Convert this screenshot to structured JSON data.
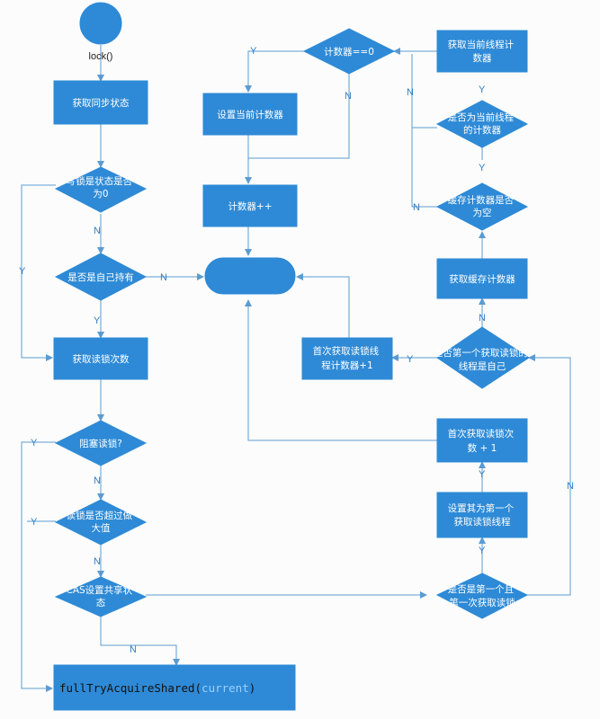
{
  "colors": {
    "node_fill": "#2e8ad6",
    "edge": "#5b9bd1",
    "edge_label": "#2f7fc4",
    "background": "#fcfcfc"
  },
  "nodes": {
    "start": "",
    "lock": "lock()",
    "get_sync_state": "获取同步状态",
    "write_lock_zero": [
      "写锁是状态是否",
      "为0"
    ],
    "held_by_self": "是否是自己持有",
    "get_read_count": "获取读锁次数",
    "block_read": "阻塞读锁?",
    "read_exceed_max": [
      "读锁是否超过做",
      "大值"
    ],
    "cas_set_shared": [
      "CAS设置共享状",
      "态"
    ],
    "full_try": {
      "name": "fullTryAcquireShared",
      "open": "(",
      "arg": "current",
      "close": ")"
    },
    "counter_zero": "计数器==0",
    "set_current_counter": "设置当前计数器",
    "counter_inc": "计数器++",
    "merge": "",
    "get_thread_counter": [
      "获取当前线程计",
      "数器"
    ],
    "is_current_thread_counter": [
      "是否为当前线程",
      "的计数器"
    ],
    "cache_counter_empty": [
      "缓存计数器是否",
      "为空"
    ],
    "get_cache_counter": "获取缓存计数器",
    "first_reader_self": [
      "是否第一个获取读锁的",
      "线程是自己"
    ],
    "first_thread_counter": [
      "首次获取读锁线",
      "程计数器+1"
    ],
    "first_read_count_inc": [
      "首次获取读锁次",
      "数 + 1"
    ],
    "set_first_reader": [
      "设置其为第一个",
      "获取读锁线程"
    ],
    "first_and_first_time": [
      "是否是第一个且",
      "第一次获取读锁"
    ]
  },
  "edge_labels": {
    "y_left_write": "Y",
    "n_write": "N",
    "n_held": "N",
    "y_held": "Y",
    "y_block": "Y",
    "n_block": "N",
    "y_exceed": "Y",
    "n_exceed": "N",
    "n_cas": "N",
    "y_counter": "Y",
    "n_counter": "N",
    "y_thread": "Y",
    "n_thread": "N",
    "y_cache": "Y",
    "n_cache": "N",
    "n_first_reader": "N",
    "y_first_reader": "Y",
    "y_set_first": "Y",
    "n_first_first": "N"
  }
}
